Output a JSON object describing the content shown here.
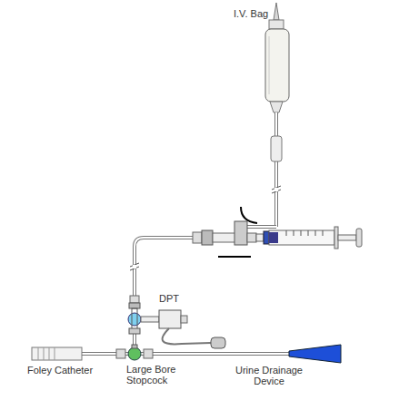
{
  "diagram": {
    "labels": [
      "I.V. Bag",
      "DPT",
      "Foley Catheter",
      "Large Bore Stopcock",
      "Urine Drainage Device"
    ]
  }
}
